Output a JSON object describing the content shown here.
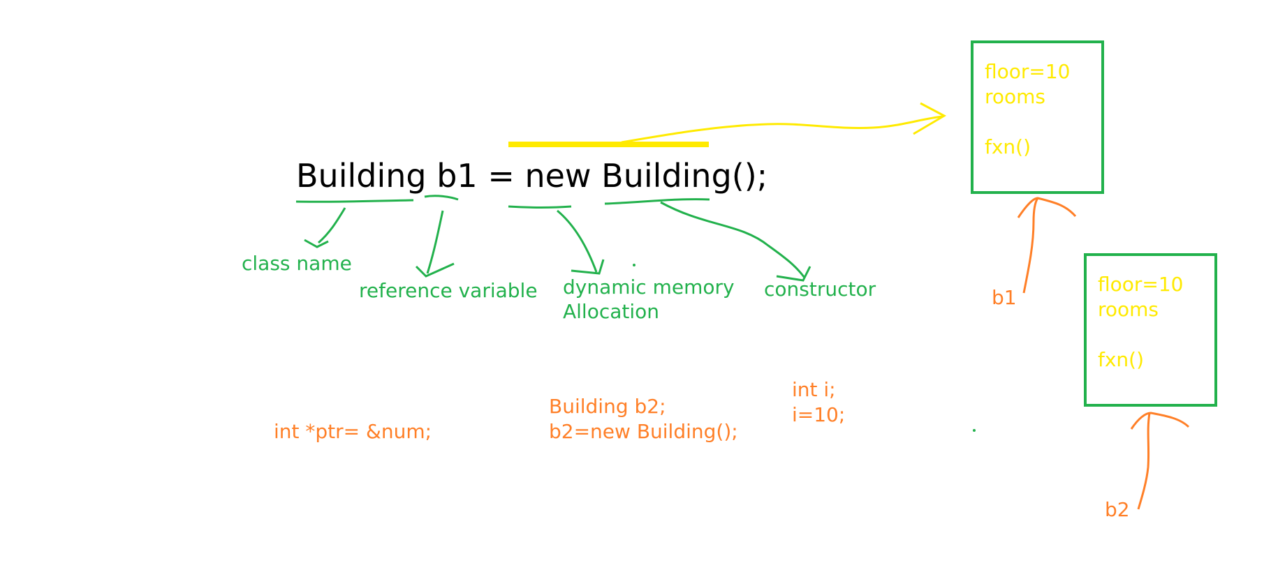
{
  "statement": "Building b1 = new Building();",
  "labels": {
    "class_name": "class name",
    "reference_variable": "reference variable",
    "dynamic_memory_line1": "dynamic memory",
    "dynamic_memory_line2": "Allocation",
    "constructor": "constructor"
  },
  "examples": {
    "pointer": "int *ptr= &num;",
    "b2_decl": "Building b2;",
    "b2_assign": "b2=new Building();",
    "int_decl": "int i;",
    "int_assign": "i=10;"
  },
  "objects": [
    {
      "ref": "b1",
      "fields": [
        "floor=10",
        "rooms",
        "",
        "fxn()"
      ]
    },
    {
      "ref": "b2",
      "fields": [
        "floor=10",
        "rooms",
        "",
        "fxn()"
      ]
    }
  ],
  "colors": {
    "annotation": "#22b14c",
    "highlight": "#ffea00",
    "example": "#ff7f27"
  }
}
